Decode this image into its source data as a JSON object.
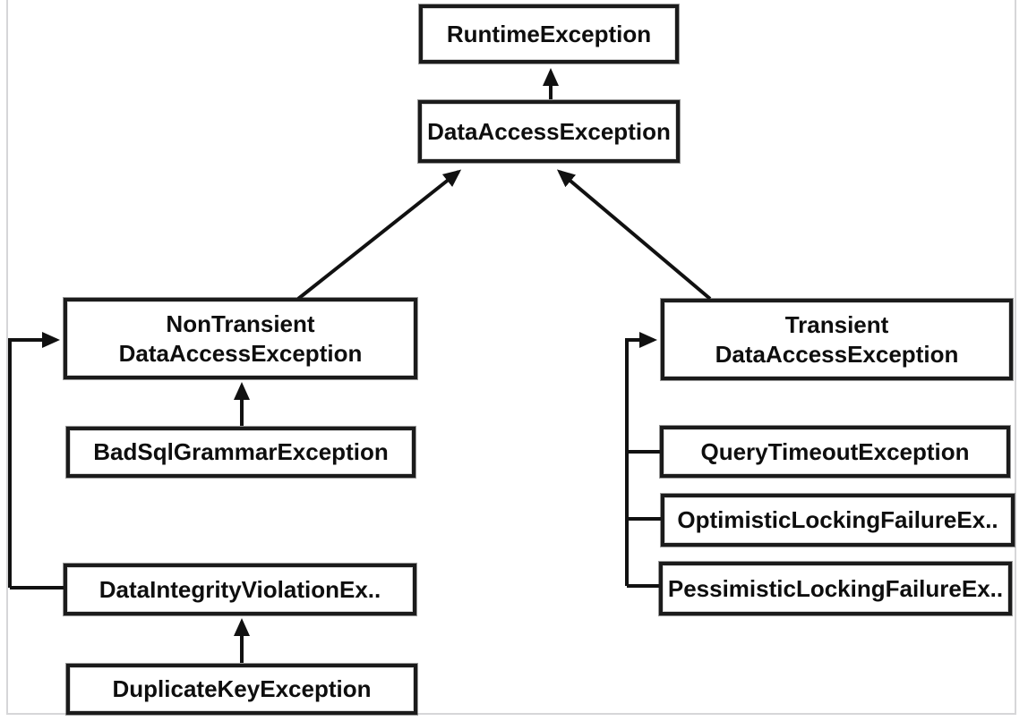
{
  "diagram": {
    "type": "class-hierarchy",
    "colors": {
      "background": "#ffffff",
      "box_border": "#1b1b1b",
      "box_fill": "#ffffff",
      "text": "#0e0e0e",
      "connector": "#111111",
      "outer_frame": "#d6d6d8"
    },
    "nodes": {
      "runtime": {
        "label": "RuntimeException"
      },
      "data_access": {
        "label": "DataAccessException"
      },
      "non_transient": {
        "line1": "NonTransient",
        "line2": "DataAccessException"
      },
      "bad_sql": {
        "label": "BadSqlGrammarException"
      },
      "data_integrity": {
        "label": "DataIntegrityViolationEx.."
      },
      "duplicate_key": {
        "label": "DuplicateKeyException"
      },
      "transient": {
        "line1": "Transient",
        "line2": "DataAccessException"
      },
      "query_timeout": {
        "label": "QueryTimeoutException"
      },
      "optimistic": {
        "label": "OptimisticLockingFailureEx.."
      },
      "pessimistic": {
        "label": "PessimisticLockingFailureEx.."
      }
    },
    "edges": [
      {
        "from": "DataAccessException",
        "to": "RuntimeException"
      },
      {
        "from": "NonTransient DataAccessException",
        "to": "DataAccessException"
      },
      {
        "from": "Transient DataAccessException",
        "to": "DataAccessException"
      },
      {
        "from": "BadSqlGrammarException",
        "to": "NonTransient DataAccessException"
      },
      {
        "from": "DataIntegrityViolationEx..",
        "to": "NonTransient DataAccessException"
      },
      {
        "from": "DuplicateKeyException",
        "to": "DataIntegrityViolationEx.."
      },
      {
        "from": "QueryTimeoutException",
        "to": "Transient DataAccessException"
      },
      {
        "from": "OptimisticLockingFailureEx..",
        "to": "Transient DataAccessException"
      },
      {
        "from": "PessimisticLockingFailureEx..",
        "to": "Transient DataAccessException"
      }
    ]
  }
}
